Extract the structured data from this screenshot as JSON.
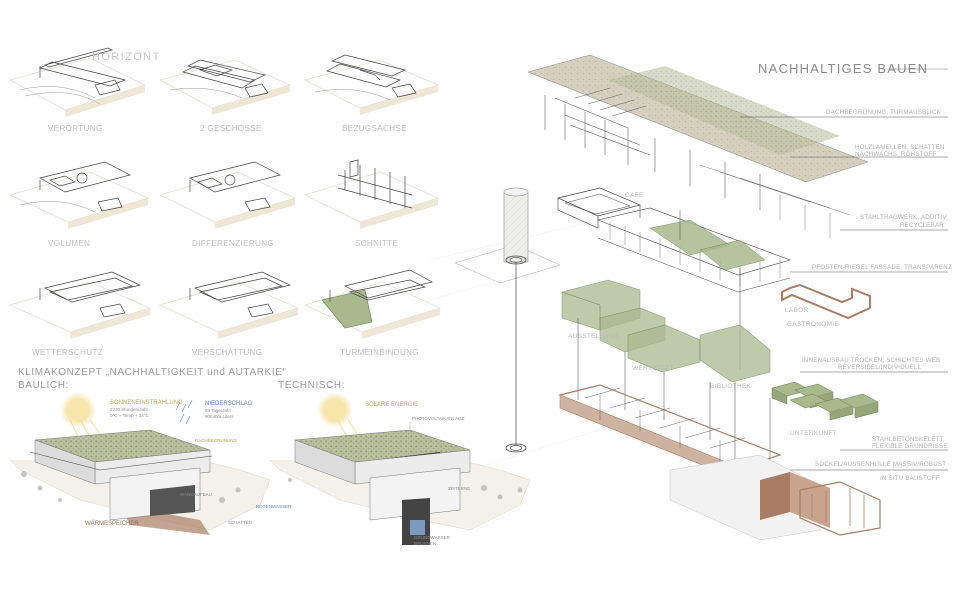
{
  "left_studies": {
    "horizon_label": "HORIZONT",
    "captions": [
      "VERORTUNG",
      "2 GESCHOSSE",
      "BEZUGSACHSE",
      "VOLUMEN",
      "DIFFERENZIERUNG",
      "SCHNITTE",
      "WETTERSCHUTZ",
      "VERSCHATTUNG",
      "TURMEINBINDUNG"
    ]
  },
  "klima": {
    "heading": "KLIMAKONZEPT „NACHHALTIGKEIT und AUTARKIE“",
    "baulich_label": "BAULICH:",
    "technisch_label": "TECHNISCH:",
    "sonne_label": "SONNENEINSTRAHLUNG",
    "sonne_sub1": "2230 Stunden/Jahr",
    "sonne_sub2": "0°C + Temp + 34°C",
    "niederschlag_label": "NIEDERSCHLAG",
    "niederschlag_sub1": "58 Tage/Jahr",
    "niederschlag_sub2": "90mm/a Liters",
    "solar_label": "SOLARE ENERGIE",
    "warme_label": "WÄRMESPEICHER",
    "small_baulich": [
      "DACHBEGRÜNUNG",
      "WANDAUFBAU",
      "REGENWASSER",
      "SCHATTEN"
    ],
    "small_tech": [
      "PHOTOVOLTAIKANLAGE",
      "ZISTERNE",
      "GRUNDWASSER",
      "BRUNNEN"
    ]
  },
  "nachhaltig": {
    "title": "NACHHALTIGES BAUEN",
    "cafe_label": "CAFE",
    "annotations": [
      "DACHBEGRÜNUNG, TURMAUSBLICK",
      "HOLZLAMELLEN, SCHATTEN",
      "NACHWACHS. ROHSTOFF",
      "STAHLTRAGWERK, ADDITIV",
      "RECYCLEBAR",
      "PFOSTEN-RIEGEL FASSADE, TRANSPARENZ",
      "INNENAUSBAU TROCKEN, SCHICHTES WEB",
      "REVERSIBEL/INDIVIDUELL",
      "STAHLBETONSKELETT",
      "FLEXIBLE GRUNDRISSE",
      "SOCKEL/AUSSENHÜLLE MASSIV/ROBUST",
      "IN SITU BAUSTOFF"
    ],
    "volume_labels": [
      "AUSSTELLUNG",
      "WERKSTATT",
      "BIBLIOTHEK",
      "LABOR",
      "GASTRONOMIE",
      "UNTERKUNFT"
    ]
  },
  "colors": {
    "green_fill": "#a9b98e",
    "green_stroke": "#6d7f55",
    "wood": "#a87d64",
    "sand": "#e8e0d0",
    "roof": "#d8d2c2",
    "line": "#444444"
  }
}
